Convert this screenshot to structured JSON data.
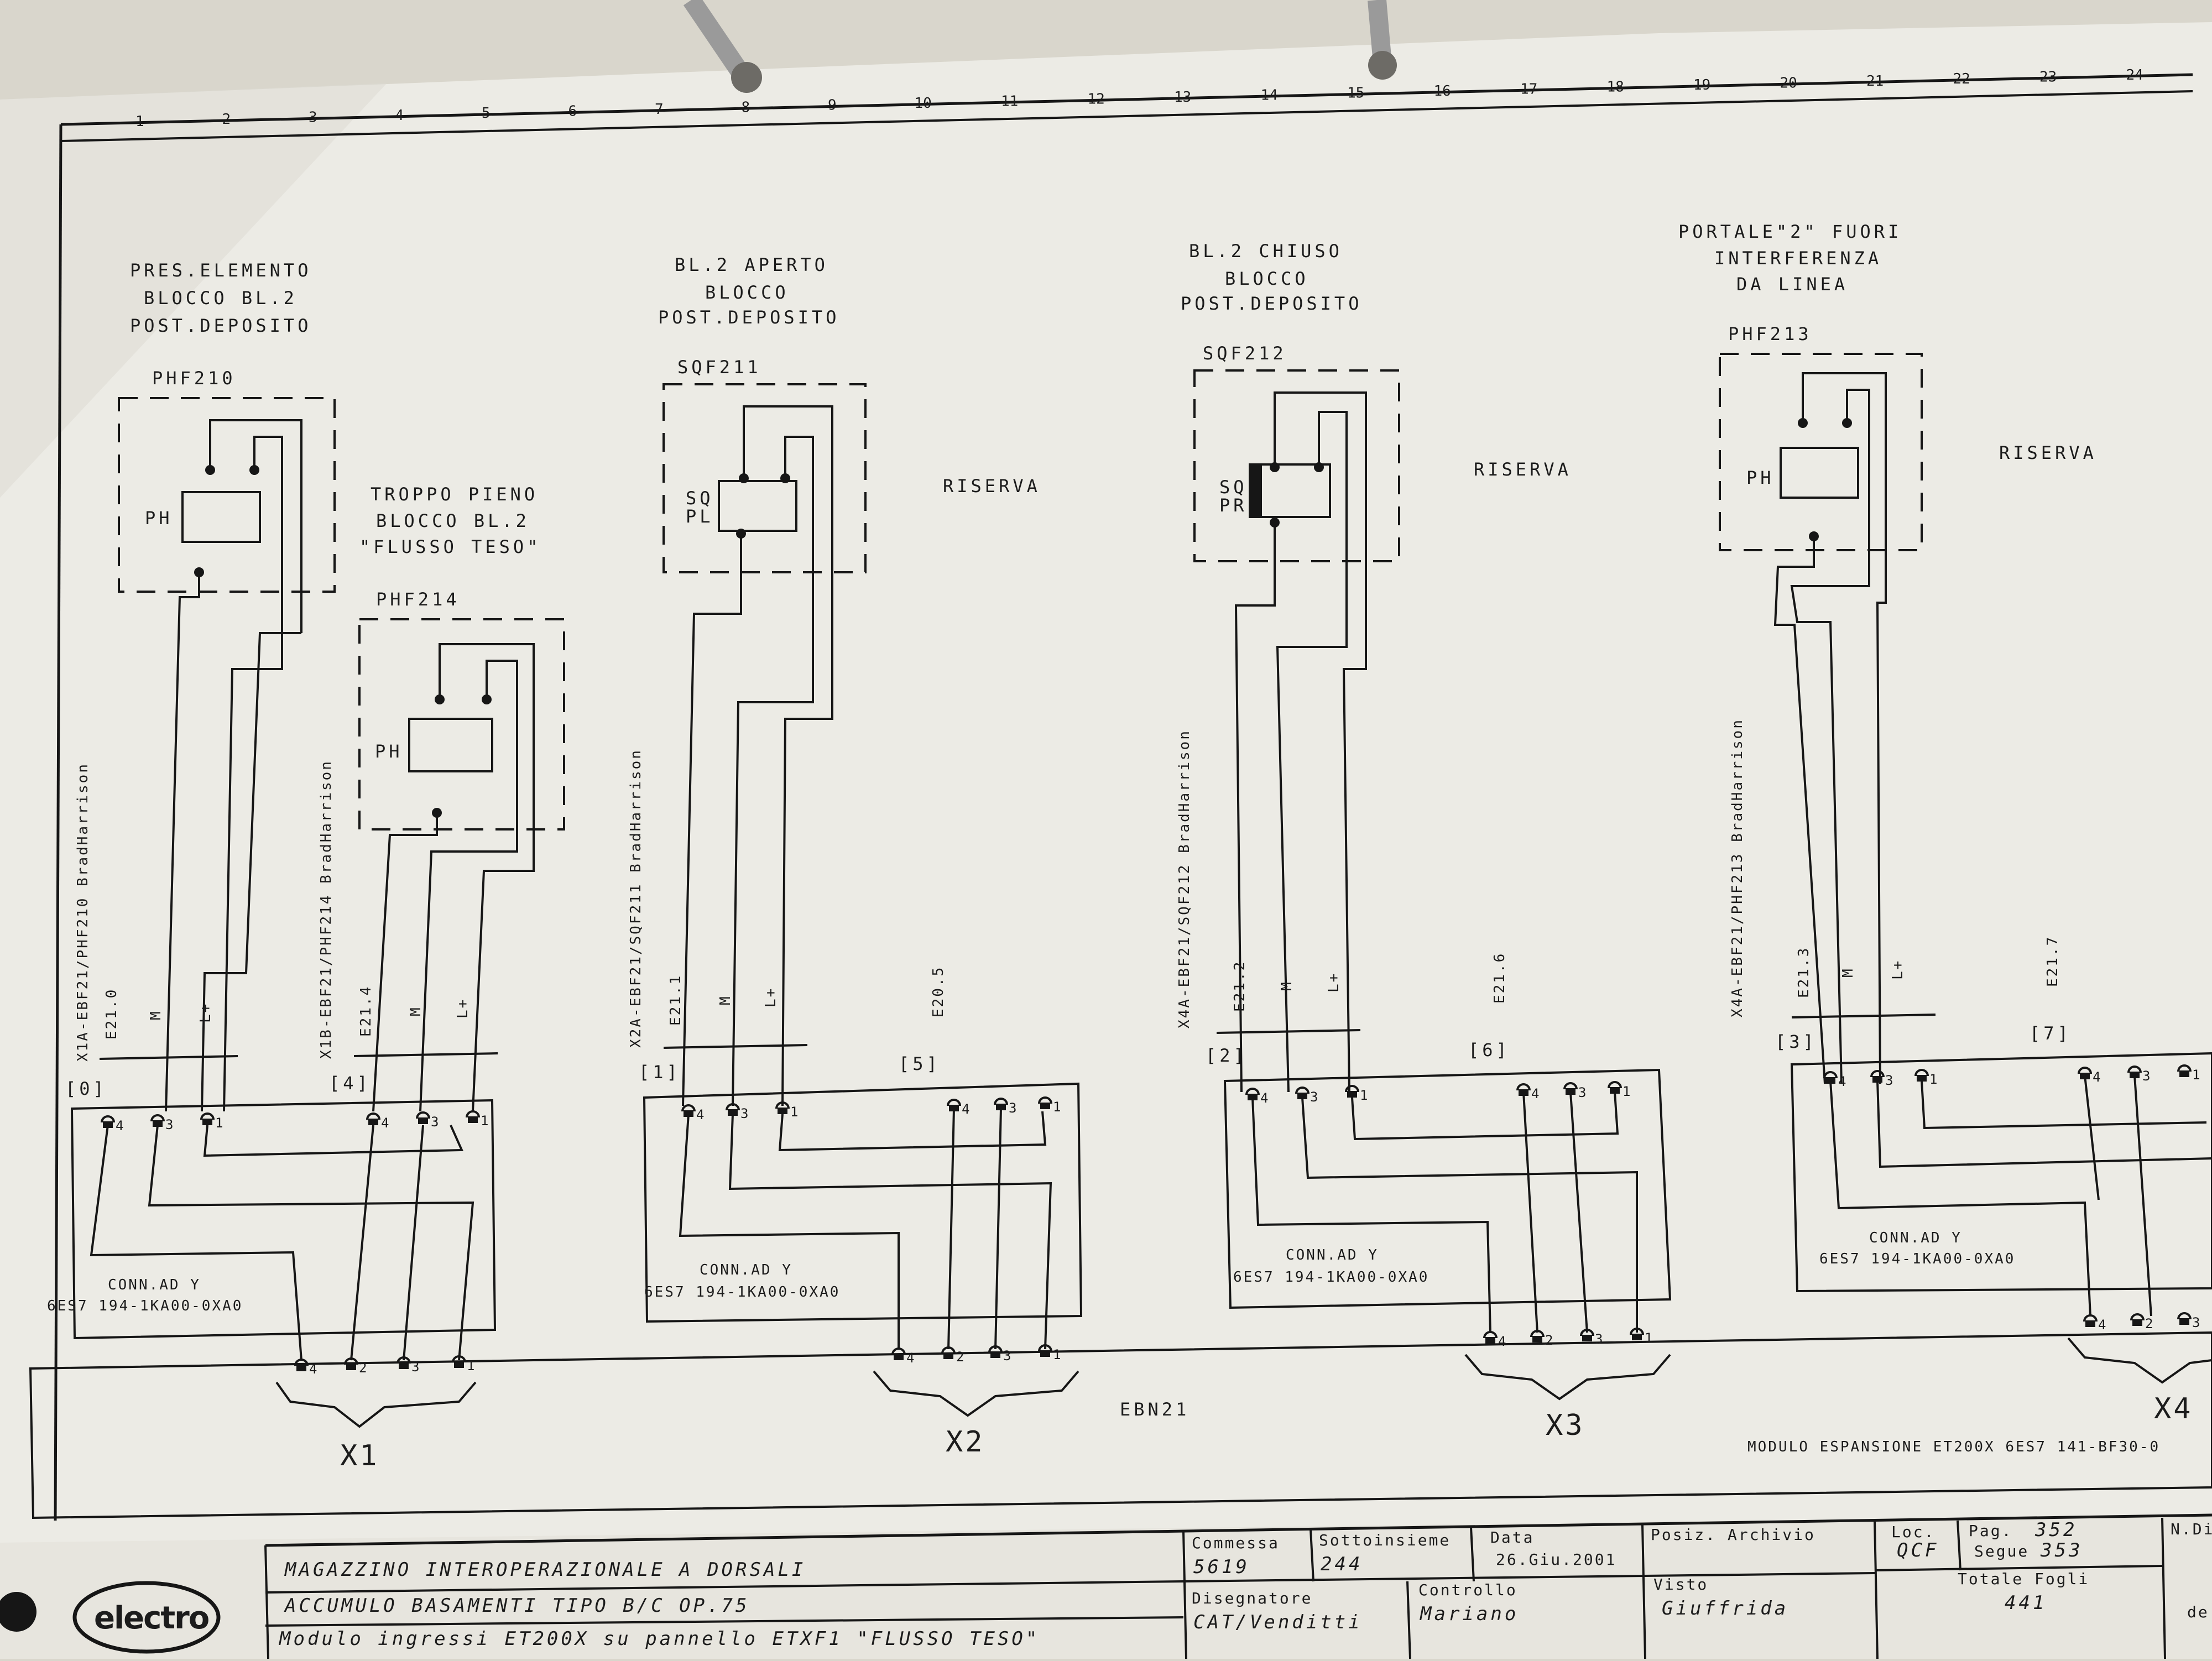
{
  "grid_numbers": [
    "1",
    "2",
    "3",
    "4",
    "5",
    "6",
    "7",
    "8",
    "9",
    "10",
    "11",
    "12",
    "13",
    "14",
    "15",
    "16",
    "17",
    "18",
    "19",
    "20",
    "21",
    "22",
    "23",
    "24"
  ],
  "sections": [
    {
      "title": [
        "PRES.ELEMENTO",
        "BLOCCO BL.2",
        "POST.DEPOSITO"
      ],
      "sensor": "PHF210",
      "sensor_type": "PH",
      "cable": "X1A-EBF21/PHF210 BradHarrison",
      "address": "E21.0",
      "slot": "[0]"
    },
    {
      "title": [
        "TROPPO PIENO",
        "BLOCCO BL.2",
        "\"FLUSSO TESO\""
      ],
      "sensor": "PHF214",
      "sensor_type": "PH",
      "cable": "X1B-EBF21/PHF214 BradHarrison",
      "address": "E21.4",
      "slot": "[4]"
    },
    {
      "title": [
        "BL.2 APERTO",
        "BLOCCO",
        "POST.DEPOSITO"
      ],
      "sensor": "SQF211",
      "sensor_type": [
        "SQ",
        "PL"
      ],
      "cable": "X2A-EBF21/SQF211 BradHarrison",
      "address": "E21.1",
      "slot": "[1]"
    },
    {
      "title": [
        "BL.2 CHIUSO",
        "BLOCCO",
        "POST.DEPOSITO"
      ],
      "sensor": "SQF212",
      "sensor_type": [
        "SQ",
        "PR"
      ],
      "cable": "X4A-EBF21/SQF212 BradHarrison",
      "address": "E21.2",
      "slot": "[2]"
    },
    {
      "title": [
        "PORTALE\"2\" FUORI",
        "INTERFERENZA",
        "DA LINEA"
      ],
      "sensor": "PHF213",
      "sensor_type": "PH",
      "cable": "X4A-EBF21/PHF213 BradHarrison",
      "address": "E21.3",
      "slot": "[3]"
    }
  ],
  "reserve": [
    {
      "label": "RISERVA",
      "address": "E20.5",
      "slot": "[5]"
    },
    {
      "label": "RISERVA",
      "address": "E21.6",
      "slot": "[6]"
    },
    {
      "label": "RISERVA",
      "address": "E21.7",
      "slot": "[7]"
    }
  ],
  "wire_labels": {
    "m": "M",
    "lp": "L+"
  },
  "pins": [
    "4",
    "3",
    "1",
    "2"
  ],
  "connectors": {
    "part_label": "CONN.AD Y",
    "part_code": "6ES7 194-1KA00-0XA0",
    "names": [
      "X1",
      "X2",
      "X3",
      "X4"
    ]
  },
  "module": {
    "name": "EBN21",
    "description": "MODULO ESPANSIONE ET200X 6ES7 141-BF30-0"
  },
  "title_block": {
    "line1": "MAGAZZINO INTEROPERAZIONALE A DORSALI",
    "line2": "ACCUMULO BASAMENTI TIPO B/C OP.75",
    "line3": "Modulo ingressi ET200X su pannello ETXF1 \"FLUSSO TESO\"",
    "commessa_label": "Commessa",
    "commessa": "5619",
    "sottoinsieme_label": "Sottoinsieme",
    "sottoinsieme": "244",
    "data_label": "Data",
    "data": "26.Giu.2001",
    "posiz_label": "Posiz. Archivio",
    "loc_label": "Loc.",
    "loc": "QCF",
    "pag_label": "Pag.",
    "pag": "352",
    "segue_label": "Segue",
    "segue": "353",
    "ndi_label": "N.Di",
    "disegnatore_label": "Disegnatore",
    "disegnatore": "CAT/Venditti",
    "controllo_label": "Controllo",
    "controllo": "Mariano",
    "visto_label": "Visto",
    "visto": "Giuffrida",
    "totale_label": "Totale Fogli",
    "totale": "441",
    "de": "de",
    "logo": "electro"
  }
}
